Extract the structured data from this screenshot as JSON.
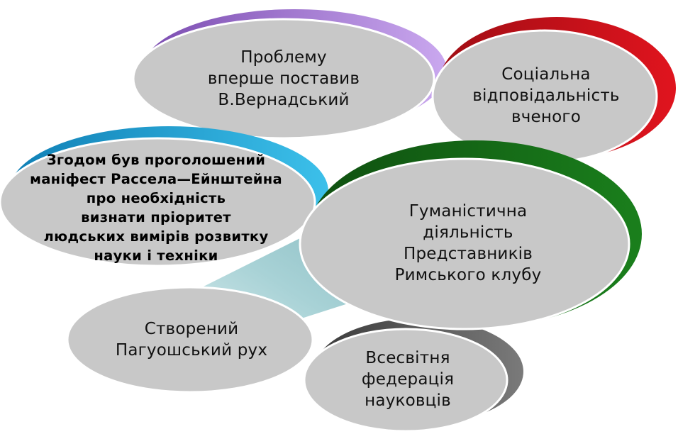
{
  "diagram": {
    "bubbles": [
      {
        "id": "vernadsky",
        "text": "Проблему\nвперше поставив\nВ.Вернадський",
        "accent": "#9b6fd0",
        "bold": false
      },
      {
        "id": "social",
        "text": "Соціальна\nвідповідальність\nвченого",
        "accent": "#c4121b",
        "bold": false
      },
      {
        "id": "manifest",
        "text": "Згодом був проголошений\nманіфест Рассела—Ейнштейна\nпро необхідність\nвизнати пріоритет\nлюдських вимірів розвитку\nнауки і техніки",
        "accent": "#1aa0d0",
        "bold": true
      },
      {
        "id": "roman-club",
        "text": "Гуманістична\nдіяльність\nПредставників\nРимського клубу",
        "accent": "#1e6b1e",
        "bold": false
      },
      {
        "id": "pugwash",
        "text": "Створений\nПагуошський рух",
        "accent": "#8fc4c8",
        "bold": false
      },
      {
        "id": "federation",
        "text": "Всесвітня\nфедерація\nнауковців",
        "accent": "#555555",
        "bold": false
      }
    ],
    "colors": {
      "fill": "#c8c8c8",
      "stroke": "#ffffff"
    }
  }
}
